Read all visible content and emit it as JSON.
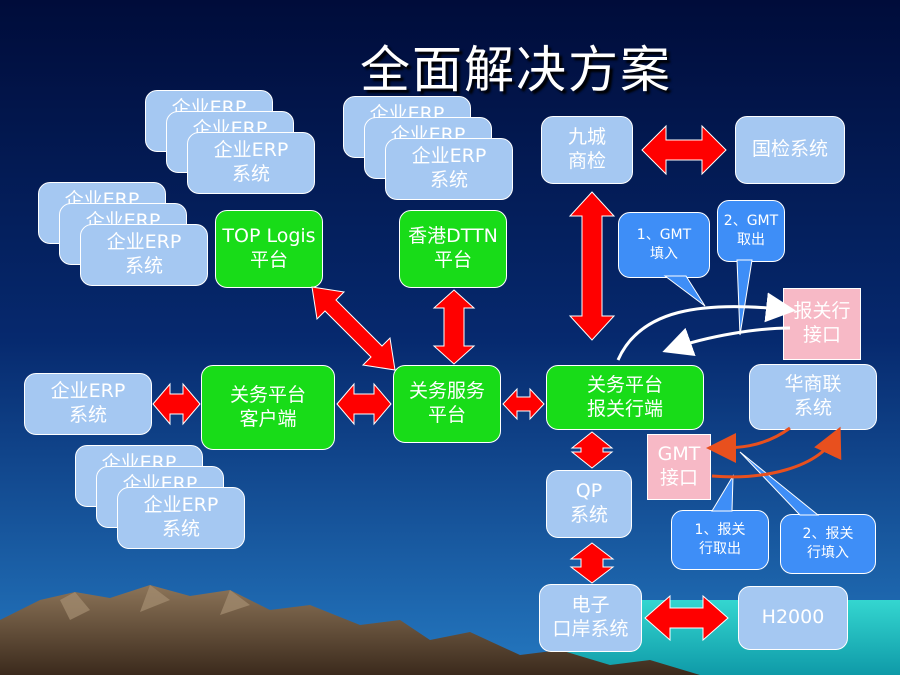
{
  "title": "全面解决方案",
  "erp_stacks": [
    {
      "back1": "企业ERP",
      "back2": "企业ERP",
      "line1": "企业ERP",
      "line2": "系统"
    },
    {
      "back1": "企业ERP",
      "back2": "企业ERP",
      "line1": "企业ERP",
      "line2": "系统"
    },
    {
      "back1": "企业ERP",
      "back2": "企业ERP",
      "line1": "企业ERP",
      "line2": "系统"
    },
    {
      "back1": "企业ERP",
      "back2": "企业ERP",
      "line1": "企业ERP",
      "line2": "系统"
    }
  ],
  "erp_single": {
    "line1": "企业ERP",
    "line2": "系统"
  },
  "nodes": {
    "top_logis": {
      "line1": "TOP Logis",
      "line2": "平台"
    },
    "hk_dttn": {
      "line1": "香港DTTN",
      "line2": "平台"
    },
    "client": {
      "line1": "关务平台",
      "line2": "客户端"
    },
    "service": {
      "line1": "关务服务",
      "line2": "平台"
    },
    "broker": {
      "line1": "关务平台",
      "line2": "报关行端"
    },
    "jiucheng": {
      "line1": "九城",
      "line2": "商检"
    },
    "guojian": {
      "line1": "国检系统"
    },
    "bgh_interface": {
      "line1": "报关行",
      "line2": "接口"
    },
    "huashanglian": {
      "line1": "华商联",
      "line2": "系统"
    },
    "gmt_interface": {
      "line1": "GMT",
      "line2": "接口"
    },
    "qp": {
      "line1": "QP",
      "line2": "系统"
    },
    "dianzi": {
      "line1": "电子",
      "line2": "口岸系统"
    },
    "h2000": {
      "line1": "H2000"
    }
  },
  "callouts": {
    "gmt_fill": {
      "line1": "1、GMT",
      "line2": "填入"
    },
    "gmt_fetch": {
      "line1": "2、GMT",
      "line2": "取出"
    },
    "broker_fetch": {
      "line1": "1、报关",
      "line2": "行取出"
    },
    "broker_fill": {
      "line1": "2、报关",
      "line2": "行填入"
    }
  },
  "colors": {
    "sky_top": "#000c3a",
    "sky_bottom": "#1d6fb8",
    "node_blue": "#a5c8f2",
    "node_green": "#18dc18",
    "node_pink": "#f7b9c6",
    "callout_blue": "#3e8ef7",
    "arrow_red": "#ff0000",
    "curve_red": "#e8501e"
  }
}
